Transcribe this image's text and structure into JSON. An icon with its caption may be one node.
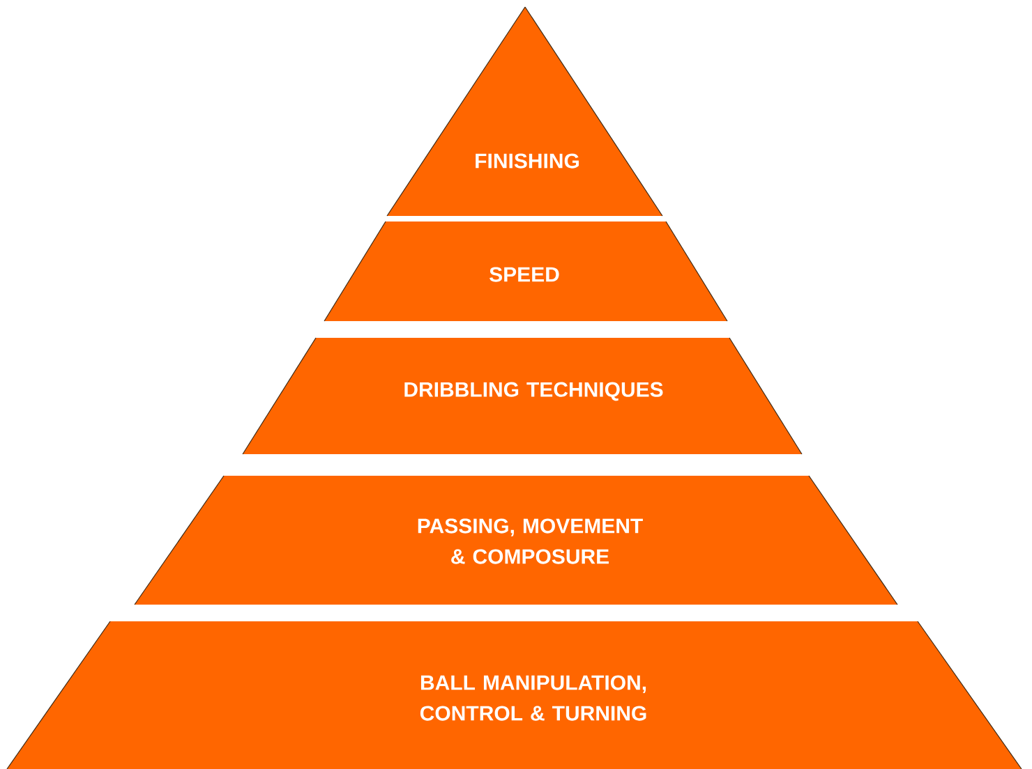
{
  "diagram": {
    "nodes": [
      {
        "text": [
          "FINISHING"
        ]
      },
      {
        "text": [
          "SPEED"
        ]
      },
      {
        "text": [
          "DRIBBLING TECHNIQUES"
        ]
      },
      {
        "text": [
          "PASSING, MOVEMENT & COMPOSURE"
        ]
      },
      {
        "text": [
          "BALL MANIPULATION, CONTROL & TURNING"
        ]
      }
    ]
  }
}
